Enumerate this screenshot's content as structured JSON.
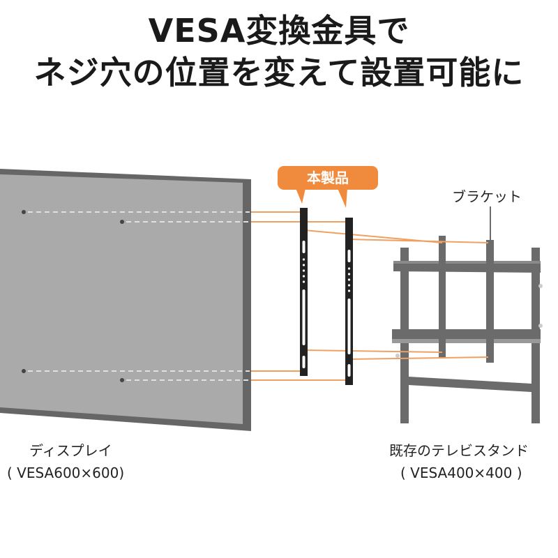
{
  "headline": {
    "line1": "VESA変換金具で",
    "line2": "ネジ穴の位置を変えて設置可能に"
  },
  "badge": {
    "label": "本製品",
    "color": "#f08a3c"
  },
  "labels": {
    "bracket": "ブラケット",
    "display": "ディスプレイ",
    "display_spec": "( VESA600×600)",
    "stand": "既存のテレビスタンド",
    "stand_spec": "( VESA400×400 )"
  },
  "colors": {
    "display_face": "#aaaaaa",
    "display_frame": "#666666",
    "stand": "#6b6b6b",
    "bracket_bar": "#222222",
    "guide_line": "#f0a060",
    "dashed_line": "#dddddd"
  }
}
